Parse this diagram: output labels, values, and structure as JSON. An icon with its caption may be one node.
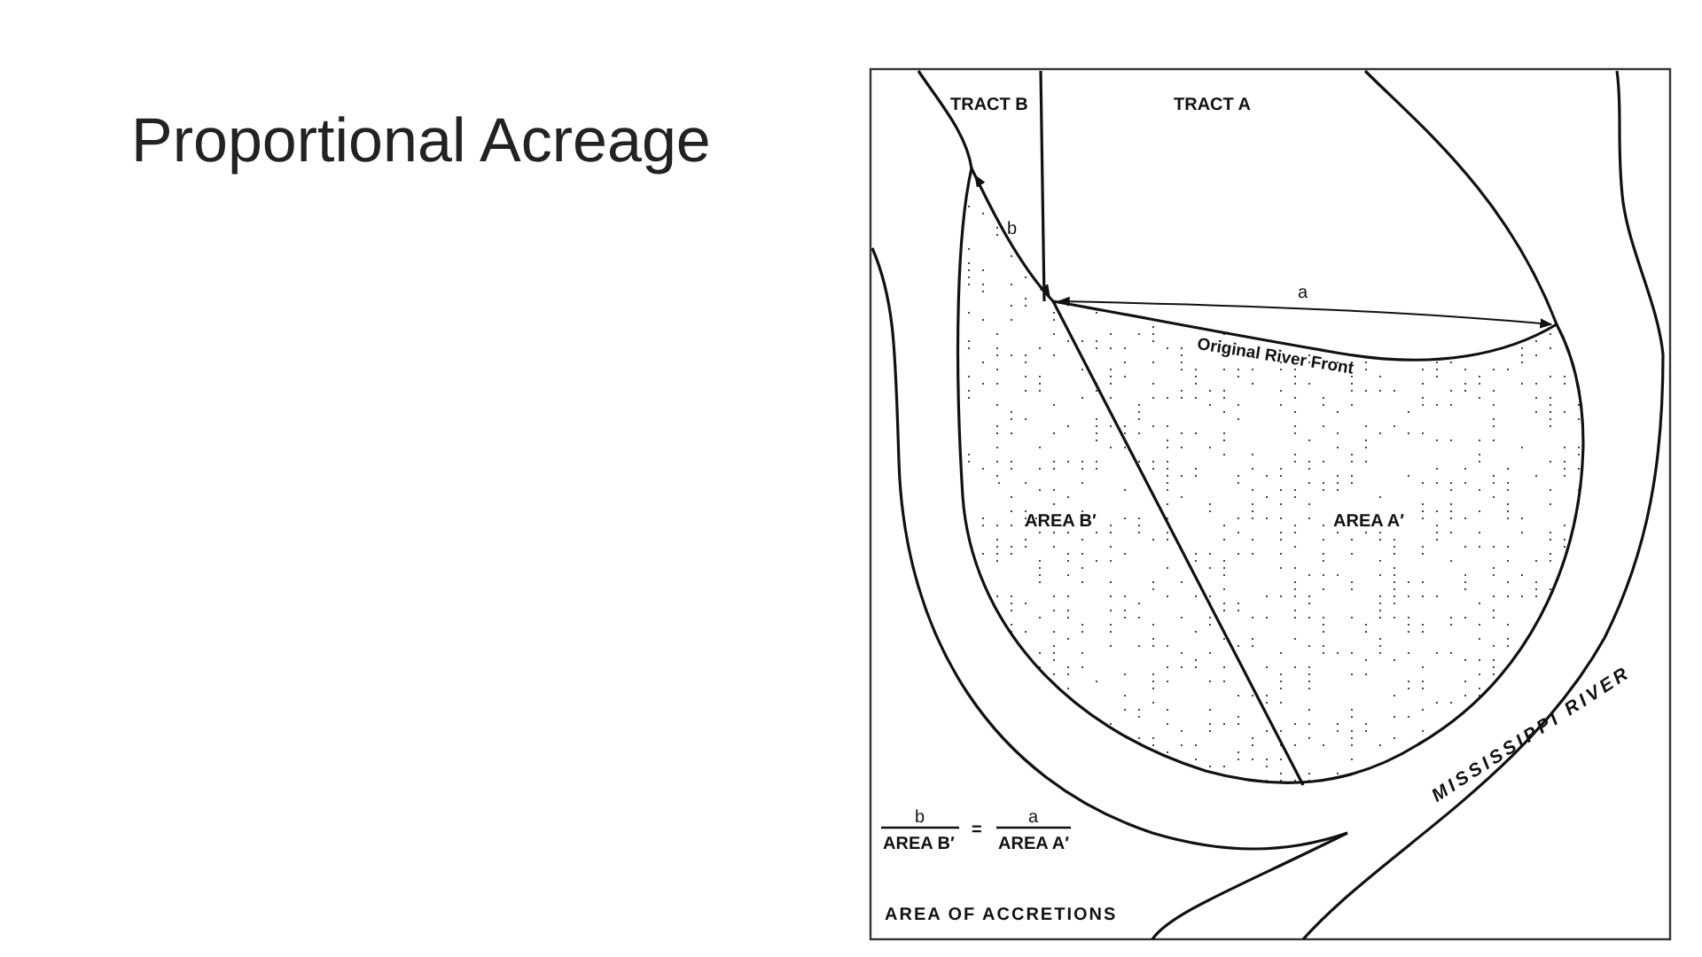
{
  "diagram": {
    "title": "Proportional Acreage",
    "labels": [
      "TRACT B",
      "TRACT A",
      "b",
      "a",
      "Original River Front",
      "AREA B′",
      "AREA A′",
      "MISSISSIPPI RIVER",
      "b",
      "=",
      "a",
      "AREA B′",
      "AREA A′",
      "AREA OF ACCRETIONS"
    ]
  }
}
